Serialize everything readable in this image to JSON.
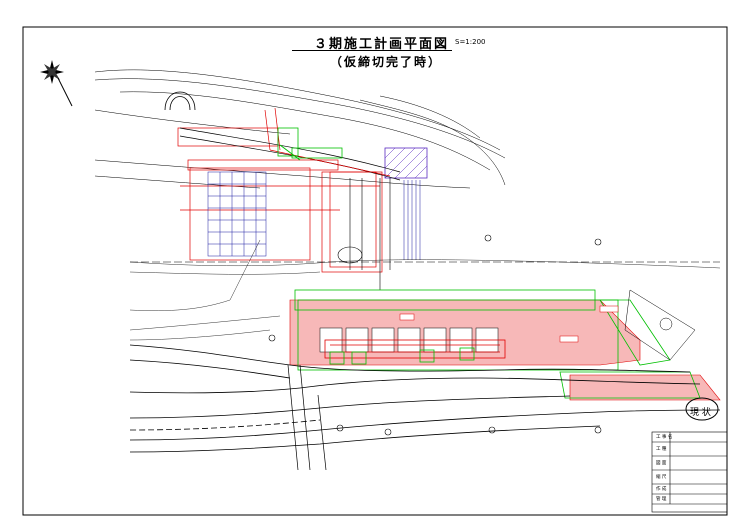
{
  "drawing": {
    "title": "３期施工計画平面図",
    "scale": "S=1:200",
    "subtitle": "（仮締切完了時）",
    "status_stamp": "現 状"
  },
  "colors": {
    "work_area_fill": "#f7b8b8",
    "red_lines": "#e00000",
    "green_lines": "#00c000",
    "blue_grid": "#1a1aa0",
    "purple_hatch": "#5a2ac0",
    "black_lines": "#000000"
  },
  "title_block": {
    "rows": [
      "工 事 名",
      "工 種",
      "図 面",
      "縮 尺",
      "作 成",
      "管 理"
    ]
  }
}
